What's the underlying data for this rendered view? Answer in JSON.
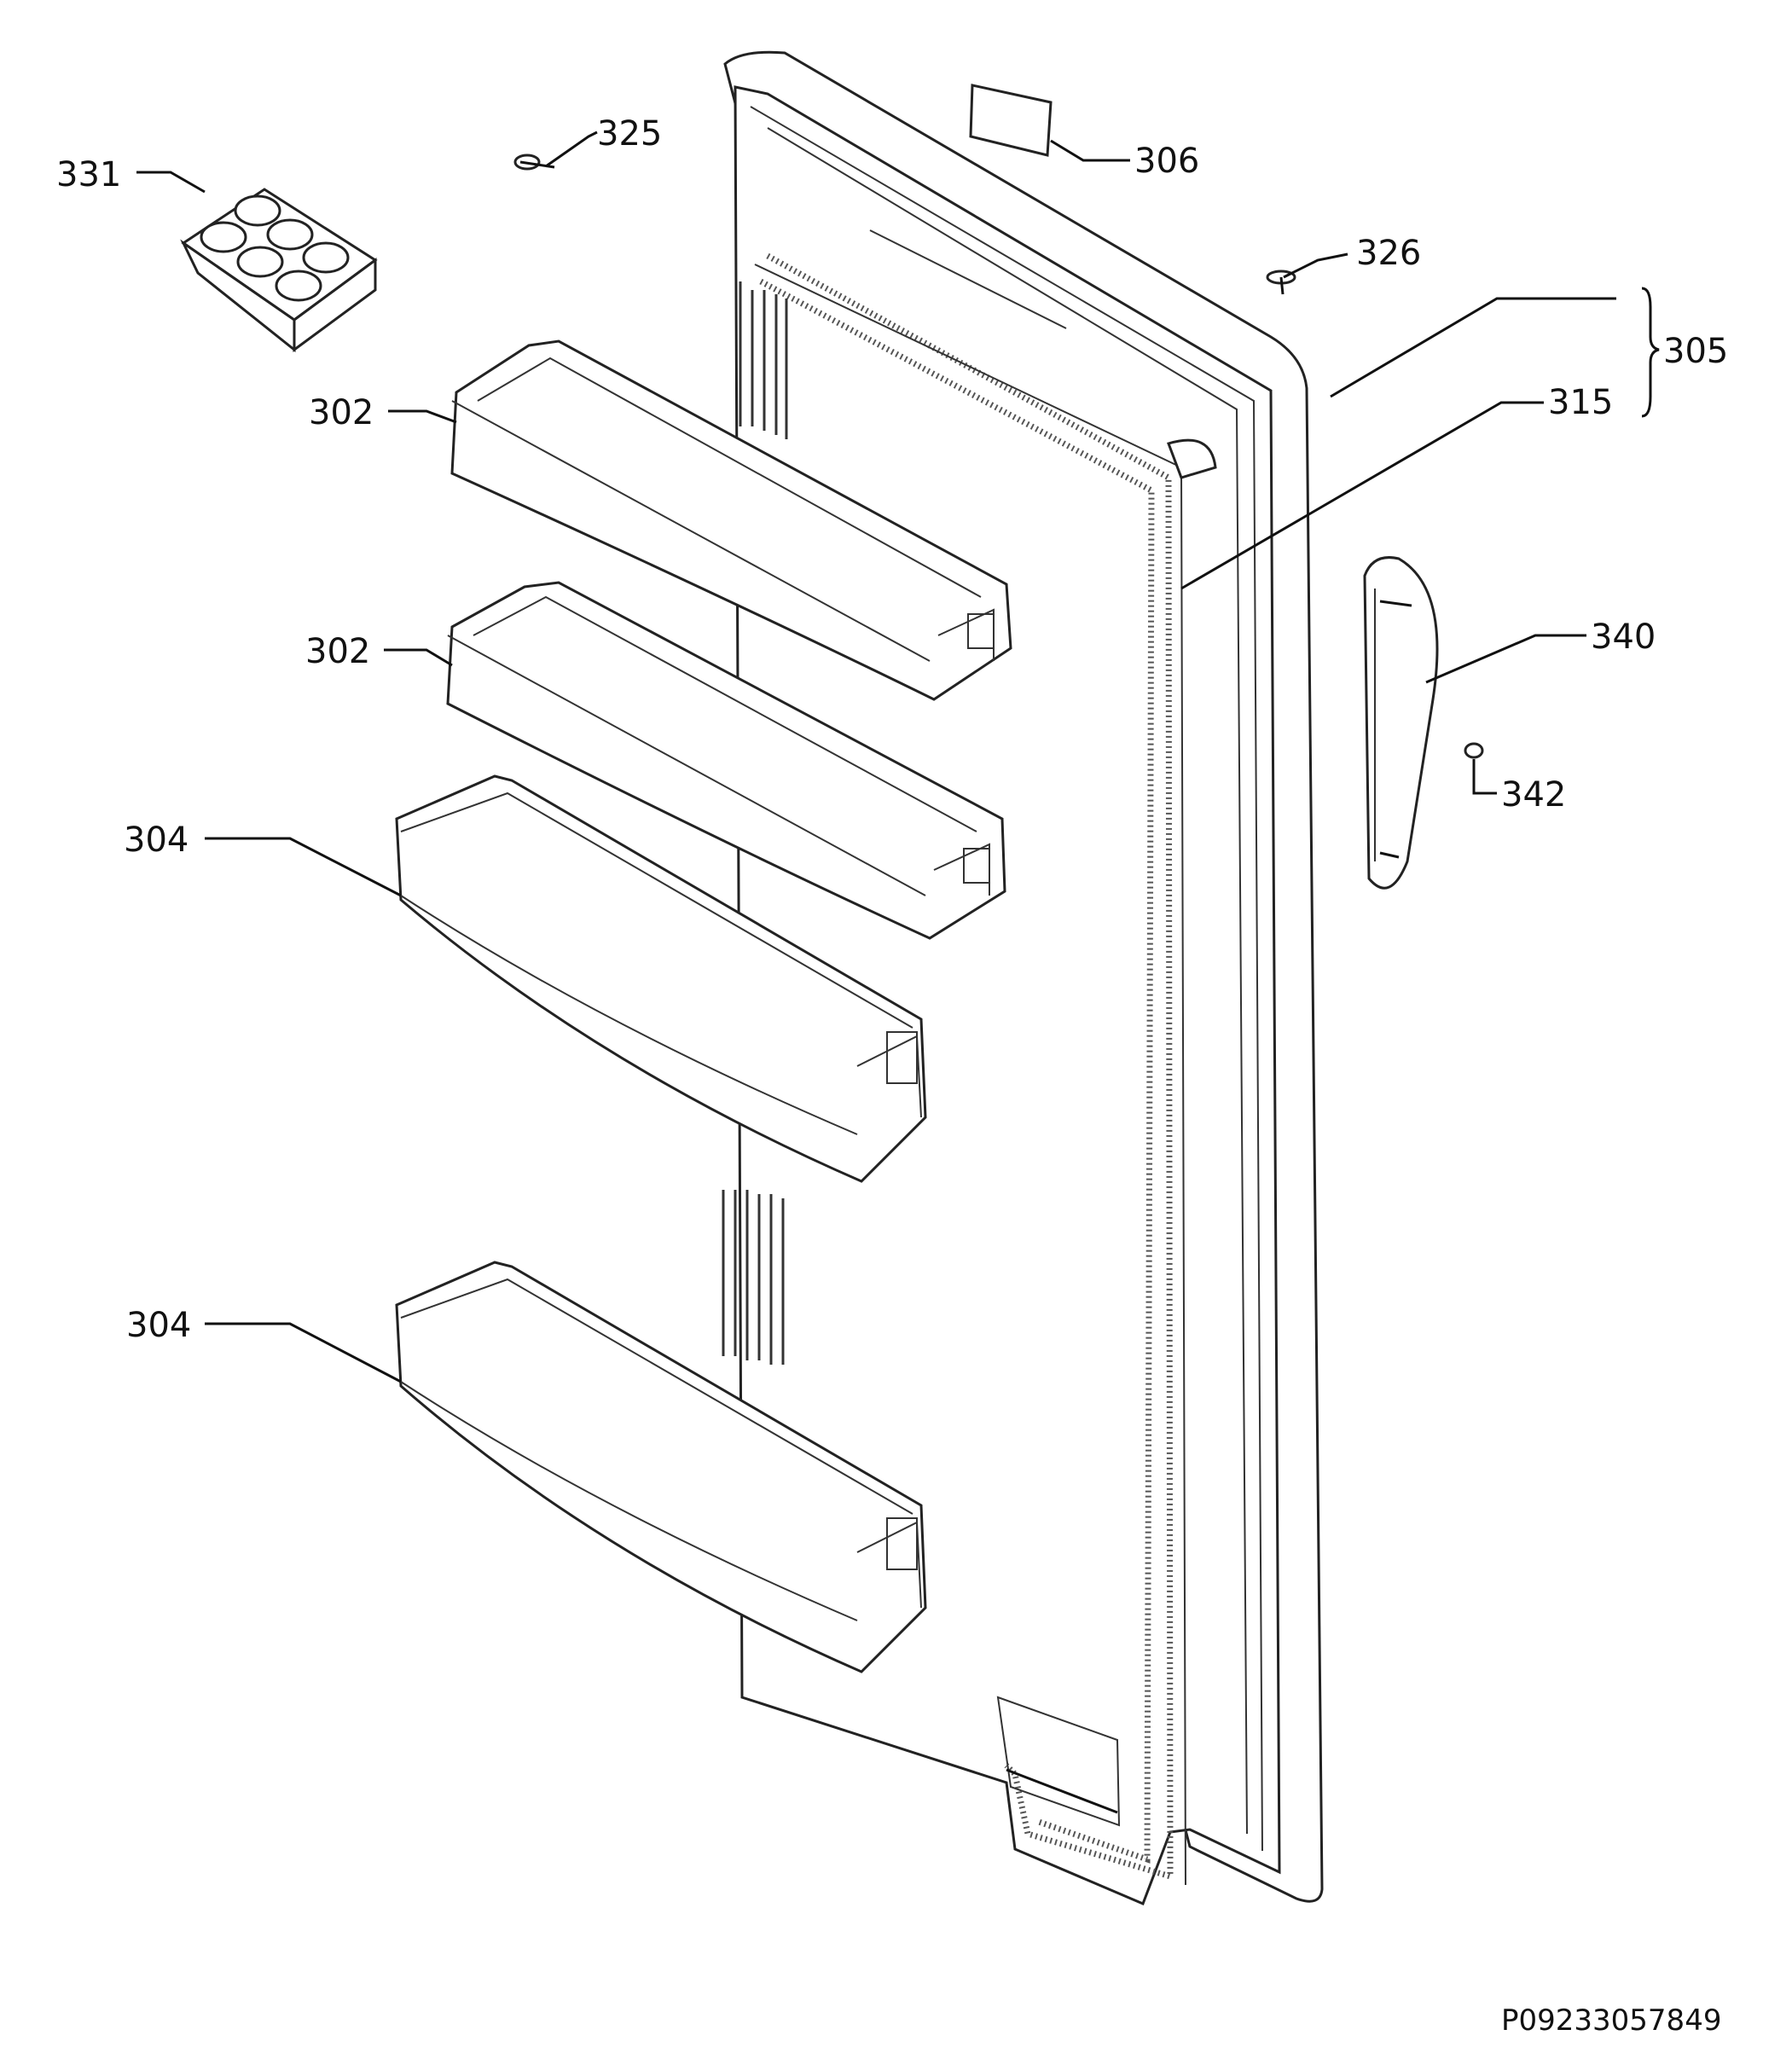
{
  "callouts": [
    {
      "id": "331",
      "label": "331"
    },
    {
      "id": "325",
      "label": "325"
    },
    {
      "id": "306",
      "label": "306"
    },
    {
      "id": "326",
      "label": "326"
    },
    {
      "id": "305",
      "label": "305"
    },
    {
      "id": "315",
      "label": "315"
    },
    {
      "id": "302a",
      "label": "302"
    },
    {
      "id": "302b",
      "label": "302"
    },
    {
      "id": "340",
      "label": "340"
    },
    {
      "id": "342",
      "label": "342"
    },
    {
      "id": "304a",
      "label": "304"
    },
    {
      "id": "304b",
      "label": "304"
    }
  ],
  "drawing_code": "P09233057849",
  "colors": {
    "ink": "#111111",
    "paper": "#ffffff"
  }
}
